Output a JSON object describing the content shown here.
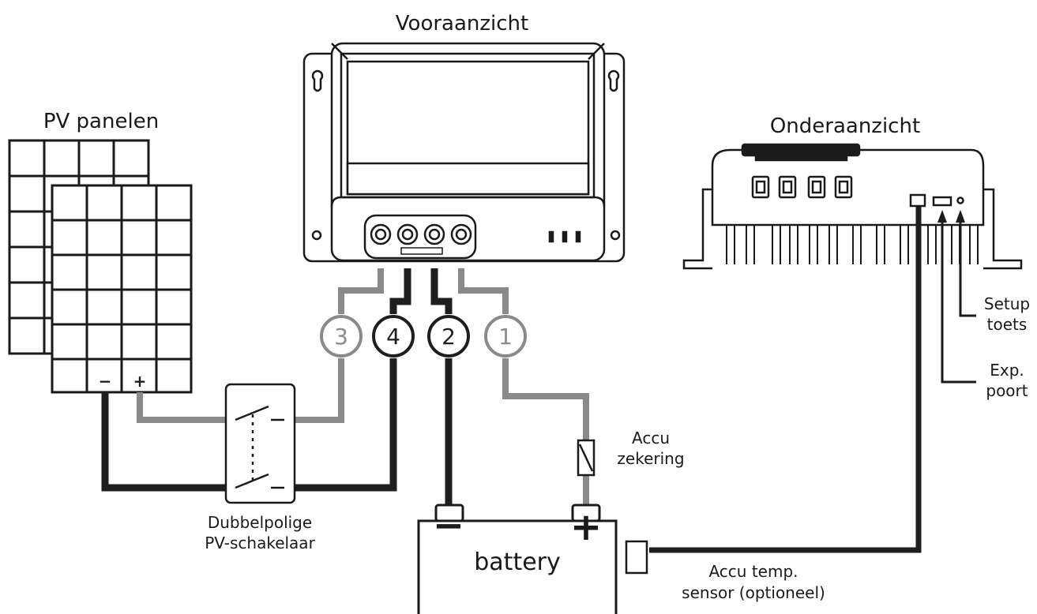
{
  "titles": {
    "front_view": "Vooraanzicht",
    "bottom_view": "Onderaanzicht",
    "pv_panels": "PV panelen"
  },
  "labels": {
    "setup_line1": "Setup",
    "setup_line2": "toets",
    "exp_line1": "Exp.",
    "exp_line2": "poort",
    "fuse_line1": "Accu",
    "fuse_line2": "zekering",
    "switch_line1": "Dubbelpolige",
    "switch_line2": "PV-schakelaar",
    "battery": "battery",
    "sensor_line1": "Accu temp.",
    "sensor_line2": "sensor (optioneel)"
  },
  "terminals": [
    "3",
    "4",
    "2",
    "1"
  ],
  "panel_polarity": {
    "minus": "−",
    "plus": "+"
  },
  "battery_polarity": {
    "minus": "−",
    "plus": "+"
  },
  "colors": {
    "dark_wire": "#1e1e1e",
    "light_wire": "#8a8a8a",
    "outline": "#1a1a1a"
  }
}
